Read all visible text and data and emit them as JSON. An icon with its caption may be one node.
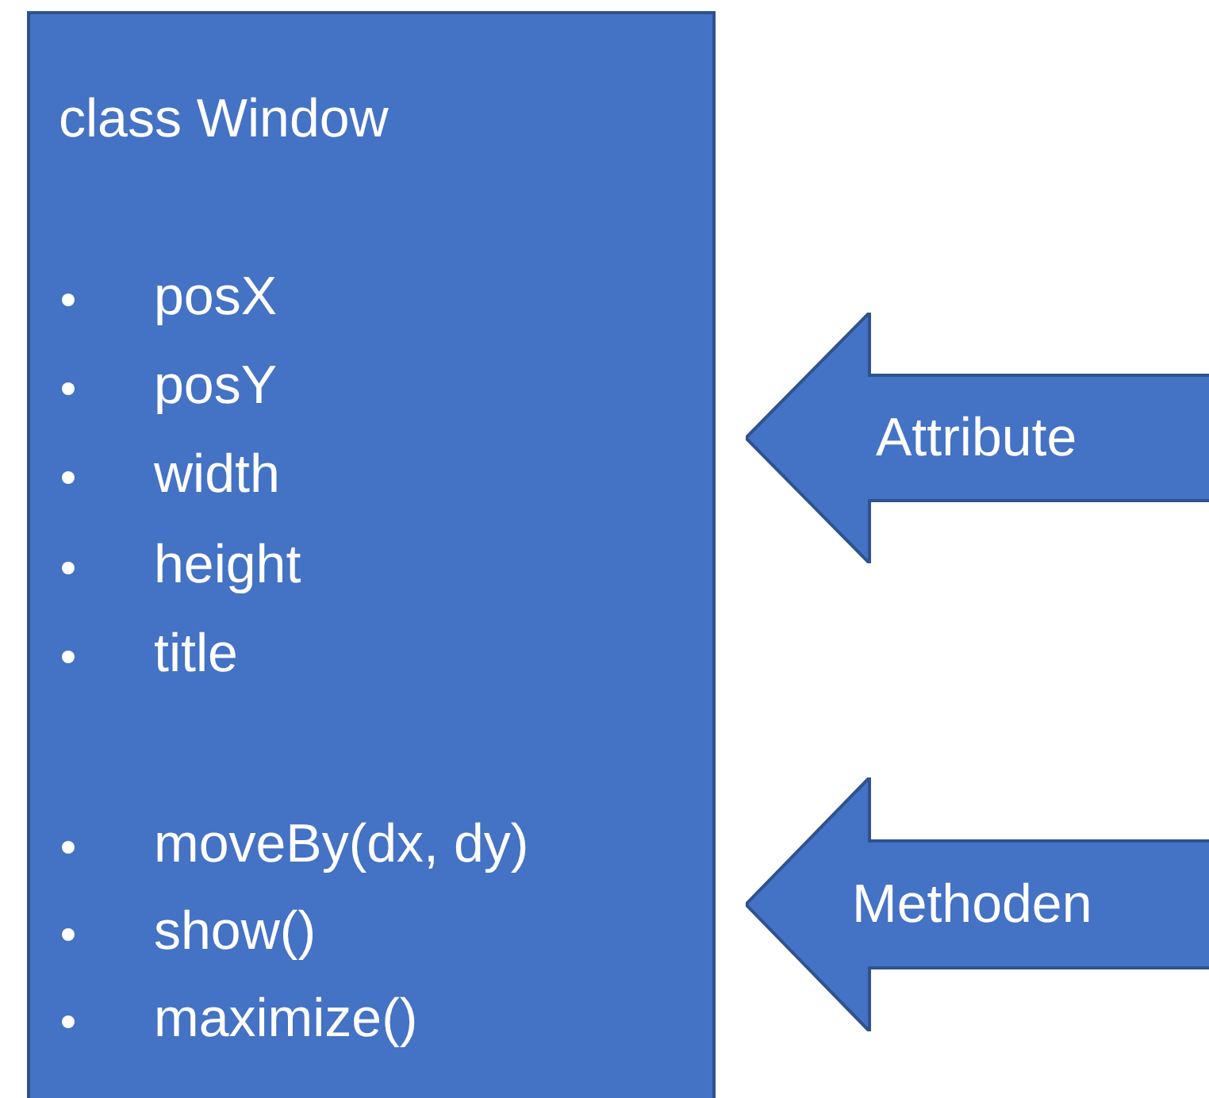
{
  "diagram": {
    "nodes": [
      {
        "text": [
          "class Window",
          "posX",
          "posY",
          "width",
          "height",
          "title",
          "moveBy(dx, dy)",
          "show()",
          "maximize()"
        ]
      },
      {
        "text": [
          "Attribute"
        ]
      },
      {
        "text": [
          "Methoden"
        ]
      }
    ]
  }
}
